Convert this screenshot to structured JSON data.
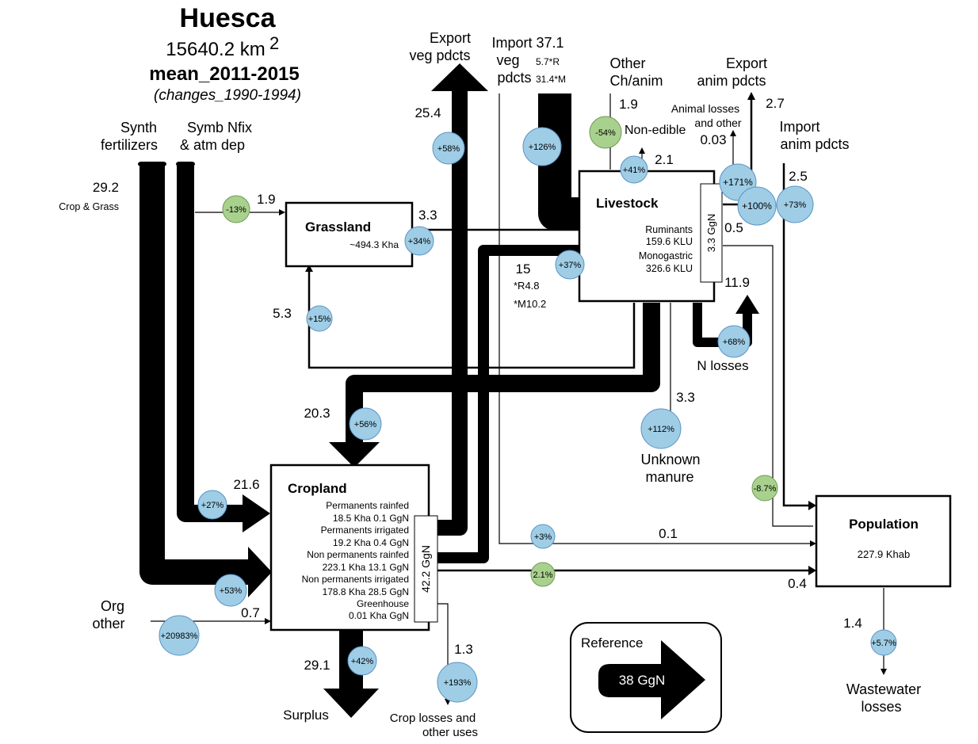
{
  "header": {
    "title": "Huesca",
    "area": "15640.2 km",
    "area_sup": "2",
    "period": "mean_2011-2015",
    "changes": "(changes_1990-1994)"
  },
  "inputs": {
    "synth": [
      "Synth",
      "fertilizers"
    ],
    "symb": [
      "Symb Nfix",
      "& atm dep"
    ],
    "crop_grass_value": "29.2",
    "crop_grass_label": "Crop & Grass",
    "org": [
      "Org",
      "other"
    ]
  },
  "nodes": {
    "grassland": {
      "title": "Grassland",
      "area": "~494.3 Kha"
    },
    "livestock": {
      "title": "Livestock",
      "r_label": "Ruminants",
      "r_val": "159.6 KLU",
      "m_label": "Monogastric",
      "m_val": "326.6 KLU",
      "side": "3.3 GgN"
    },
    "cropland": {
      "title": "Cropland",
      "lines": [
        "Permanents rainfed",
        "18.5 Kha 0.1 GgN",
        "Permanents irrigated",
        "19.2 Kha 0.4 GgN",
        "Non permanents rainfed",
        "223.1 Kha 13.1 GgN",
        "Non permanents irrigated",
        "178.8 Kha 28.5 GgN",
        "Greenhouse",
        "0.01 Kha GgN"
      ],
      "side": "42.2 GgN"
    },
    "population": {
      "title": "Population",
      "value": "227.9 Khab"
    }
  },
  "labels": {
    "export_veg": [
      "Export",
      "veg pdcts"
    ],
    "import_veg": [
      "Import 37.1",
      "veg",
      "pdcts"
    ],
    "import_veg_r": "5.7*R",
    "import_veg_m": "31.4*M",
    "other_chanim": [
      "Other",
      "Ch/anim"
    ],
    "non_edible": "Non-edible",
    "animal_losses": [
      "Animal losses",
      "and other"
    ],
    "export_anim": [
      "Export",
      "anim pdcts"
    ],
    "import_anim": [
      "Import",
      "anim pdcts"
    ],
    "n_losses": "N losses",
    "unknown_manure": [
      "Unknown",
      "manure"
    ],
    "surplus": "Surplus",
    "crop_losses": [
      "Crop losses and",
      "other uses"
    ],
    "wastewater": [
      "Wastewater",
      "losses"
    ],
    "r48": "*R4.8",
    "m102": "*M10.2",
    "reference_title": "Reference",
    "reference_value": "38 GgN"
  },
  "values": {
    "symb_grass": "1.9",
    "grass_out": "3.3",
    "export_veg": "25.4",
    "other_chanim": "1.9",
    "non_edible": "2.1",
    "animal_losses": "0.03",
    "export_anim": "2.7",
    "import_anim": "2.5",
    "live_pop": "0.5",
    "n_losses": "11.9",
    "feed": "15",
    "manure_grass": "5.3",
    "manure_crop": "20.3",
    "unknown_manure": "3.3",
    "synth_crop": "21.6",
    "org": "0.7",
    "surplus": "29.1",
    "crop_losses": "1.3",
    "import_pop": "0.1",
    "crop_pop": "0.4",
    "wastewater": "1.4"
  },
  "changes": {
    "symb_grass": "-13%",
    "grass_out": "+34%",
    "export_veg": "+58%",
    "import_veg": "+126%",
    "other_chanim": "-54%",
    "non_edible": "+41%",
    "animal_losses": "+171%",
    "export_anim": "+100%",
    "import_anim": "+73%",
    "feed": "+37%",
    "manure_grass": "+15%",
    "n_losses": "+68%",
    "manure_crop": "+56%",
    "unknown_manure": "+112%",
    "synth_crop": "+27%",
    "symb_crop": "+53%",
    "org": "+20983%",
    "surplus": "+42%",
    "crop_losses": "+193%",
    "import_pop": "+3%",
    "crop_pop": "2.1%",
    "live_pop": "-8.7%",
    "wastewater": "+5.7%"
  }
}
